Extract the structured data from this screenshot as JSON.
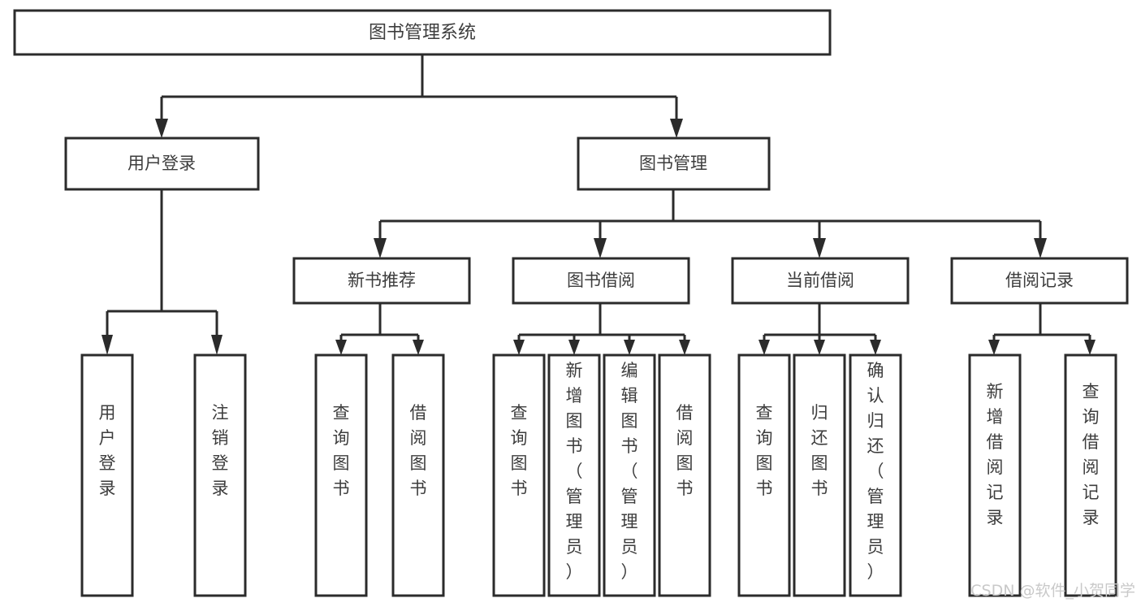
{
  "diagram": {
    "type": "tree-hierarchy-diagram",
    "title_text": "图书管理系统",
    "root": {
      "label": "图书管理系统",
      "name": "node-library-management-system"
    },
    "level1": [
      {
        "label": "用户登录",
        "name": "node-user-login"
      },
      {
        "label": "图书管理",
        "name": "node-book-management"
      }
    ],
    "level2": [
      {
        "label": "新书推荐",
        "name": "node-new-book-recommend"
      },
      {
        "label": "图书借阅",
        "name": "node-book-borrow"
      },
      {
        "label": "当前借阅",
        "name": "node-current-borrow"
      },
      {
        "label": "借阅记录",
        "name": "node-borrow-record"
      }
    ],
    "leaves": {
      "user_login": [
        {
          "label": "用户登录",
          "name": "leaf-user-login"
        },
        {
          "label": "注销登录",
          "name": "leaf-user-logout"
        }
      ],
      "new_book_recommend": [
        {
          "label": "查询图书",
          "name": "leaf-query-book-recommend"
        },
        {
          "label": "借阅图书",
          "name": "leaf-borrow-book-recommend"
        }
      ],
      "book_borrow": [
        {
          "label": "查询图书",
          "name": "leaf-query-book"
        },
        {
          "label": "新增图书（管理员）",
          "name": "leaf-add-book-admin"
        },
        {
          "label": "编辑图书（管理员）",
          "name": "leaf-edit-book-admin"
        },
        {
          "label": "借阅图书",
          "name": "leaf-borrow-book"
        }
      ],
      "current_borrow": [
        {
          "label": "查询图书",
          "name": "leaf-query-book-current"
        },
        {
          "label": "归还图书",
          "name": "leaf-return-book"
        },
        {
          "label": "确认归还（管理员）",
          "name": "leaf-confirm-return-admin"
        }
      ],
      "borrow_record": [
        {
          "label": "新增借阅记录",
          "name": "leaf-add-borrow-record"
        },
        {
          "label": "查询借阅记录",
          "name": "leaf-query-borrow-record"
        }
      ]
    },
    "colors": {
      "box_stroke": "#2b2b2b",
      "box_fill": "#ffffff",
      "text": "#3d3d3d",
      "background": "#ffffff",
      "watermark": "#c9c9c9"
    }
  },
  "watermark": {
    "text": "CSDN @软件_小贺同学"
  }
}
